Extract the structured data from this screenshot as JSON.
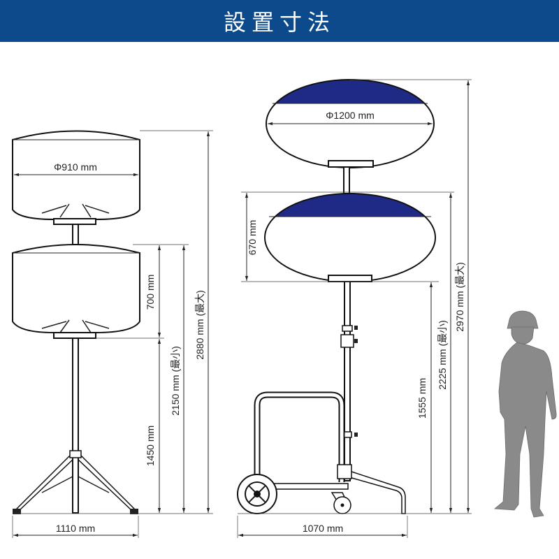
{
  "header": {
    "title": "設置寸法"
  },
  "colors": {
    "header": "#0d4a8c",
    "balloon_cap": "#1f2a86",
    "person": "#8a8a8a"
  },
  "drum_model": {
    "diameter": "Φ910 mm",
    "head_height": "700 mm",
    "pole_height": "1450 mm",
    "min_height": "2150 mm (最小)",
    "max_height": "2880 mm (最大)",
    "base_width": "1110 mm"
  },
  "balloon_model": {
    "diameter": "Φ1200 mm",
    "head_height": "670 mm",
    "pole_height": "1555 mm",
    "min_height": "2225 mm (最小)",
    "max_height": "2970 mm (最大)",
    "base_width": "1070 mm"
  }
}
